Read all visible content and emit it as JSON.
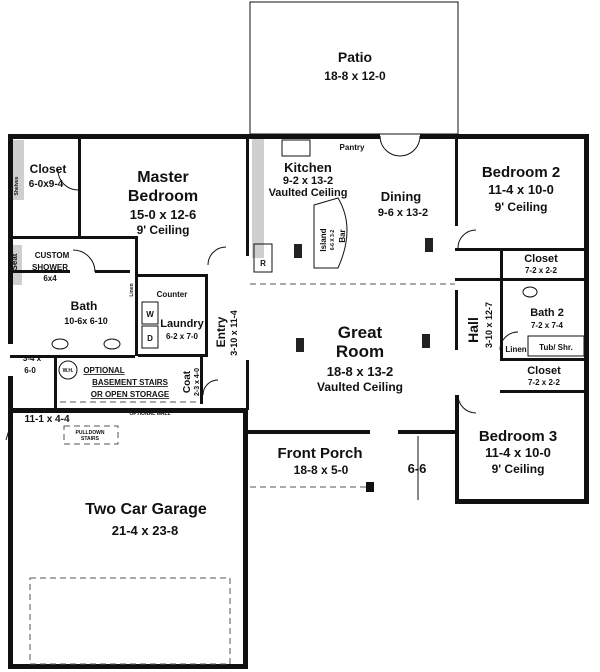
{
  "rooms": {
    "patio": {
      "name": "Patio",
      "dim": "18-8 x 12-0"
    },
    "closet_master": {
      "name": "Closet",
      "dim": "6-0x9-4",
      "shelves": "Shelves"
    },
    "master": {
      "name1": "Master",
      "name2": "Bedroom",
      "dim": "15-0 x 12-6",
      "ceiling": "9' Ceiling"
    },
    "shower": {
      "seat": "Seat",
      "name1": "CUSTOM",
      "name2": "SHOWER",
      "dim": "6x4"
    },
    "kitchen": {
      "name": "Kitchen",
      "dim": "9-2 x 13-2",
      "ceiling": "Vaulted Ceiling",
      "pantry": "Pantry",
      "island": "Island",
      "island_dim": "6-6 X 3-2",
      "bar": "Bar",
      "r": "R"
    },
    "dining": {
      "name": "Dining",
      "dim": "9-6 x 13-2"
    },
    "bedroom2": {
      "name": "Bedroom 2",
      "dim": "11-4 x 10-0",
      "ceiling": "9' Ceiling"
    },
    "closet_b2": {
      "name": "Closet",
      "dim": "7-2 x 2-2"
    },
    "bath_master": {
      "name": "Bath",
      "dim": "10-6x 6-10",
      "linen": "Linen"
    },
    "laundry": {
      "counter": "Counter",
      "w": "W",
      "d": "D",
      "name": "Laundry",
      "dim": "6-2 x 7-0"
    },
    "entry": {
      "name": "Entry",
      "dim": "3-10 x 11-4"
    },
    "great": {
      "name1": "Great",
      "name2": "Room",
      "dim": "18-8 x 13-2",
      "ceiling": "Vaulted Ceiling"
    },
    "hall": {
      "name": "Hall",
      "dim": "3-10 x 12-7"
    },
    "bath2": {
      "name": "Bath 2",
      "dim": "7-2 x 7-4",
      "linen": "Linen",
      "tub": "Tub/ Shr."
    },
    "closet_b3": {
      "name": "Closet",
      "dim": "7-2 x 2-2"
    },
    "small_room": {
      "name": "3-4 x",
      "dim": "6-0",
      "wh": "W.H."
    },
    "stairs": {
      "line1": "OPTIONAL",
      "line2": "BASEMENT STAIRS",
      "line3": "OR OPEN STORAGE",
      "wall": "OPTIONAL WALL"
    },
    "coat": {
      "name": "Coat",
      "dim": "2-3 x 4-0"
    },
    "garage_side": {
      "dim": "11-1 x 4-4",
      "pulldown1": "PULLDOWN",
      "pulldown2": "STAIRS"
    },
    "porch": {
      "name": "Front Porch",
      "dim": "18-8 x 5-0",
      "depth": "6-6"
    },
    "bedroom3": {
      "name": "Bedroom 3",
      "dim": "11-4 x 10-0",
      "ceiling": "9' Ceiling"
    },
    "garage": {
      "name": "Two Car Garage",
      "dim": "21-4 x 23-8"
    }
  }
}
